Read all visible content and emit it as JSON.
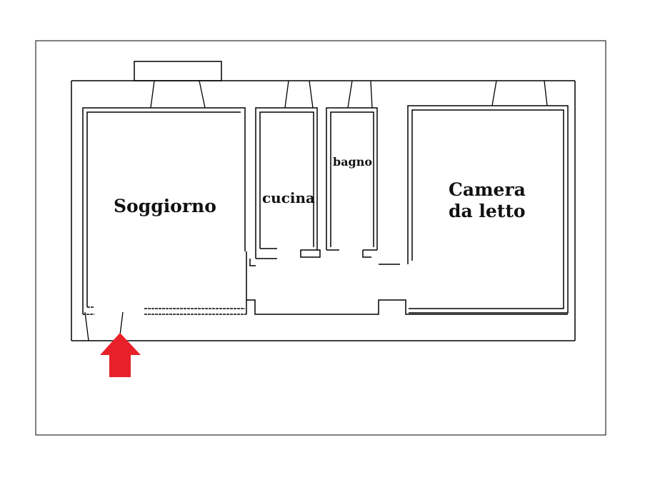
{
  "rooms": {
    "living": "Soggiorno",
    "kitchen": "cucina",
    "bathroom": "bagno",
    "bedroom_line1": "Camera",
    "bedroom_line2": "da letto"
  },
  "colors": {
    "entrance_arrow": "#e8202a",
    "walls": "#000000"
  },
  "icons": {
    "entrance": "arrow-up-icon"
  }
}
